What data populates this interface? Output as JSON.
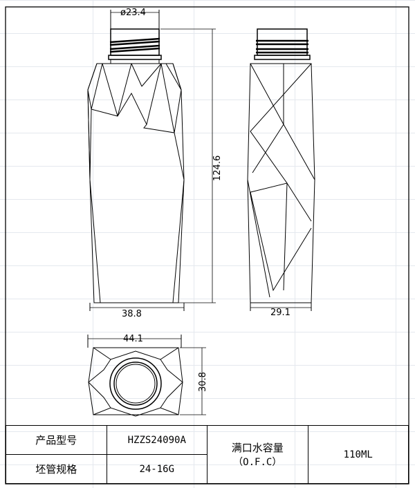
{
  "dimensions": {
    "neck_diameter": "ø23.4",
    "height": "124.6",
    "front_width": "38.8",
    "side_width": "29.1",
    "bottom_width": "44.1",
    "bottom_depth": "30.8"
  },
  "table": {
    "product_model_label": "产品型号",
    "product_model_value": "HZZS24090A",
    "preform_spec_label": "坯管规格",
    "preform_spec_value": "24-16G",
    "capacity_label": "满口水容量",
    "capacity_sub": "（O.F.C）",
    "capacity_value": "110ML"
  }
}
